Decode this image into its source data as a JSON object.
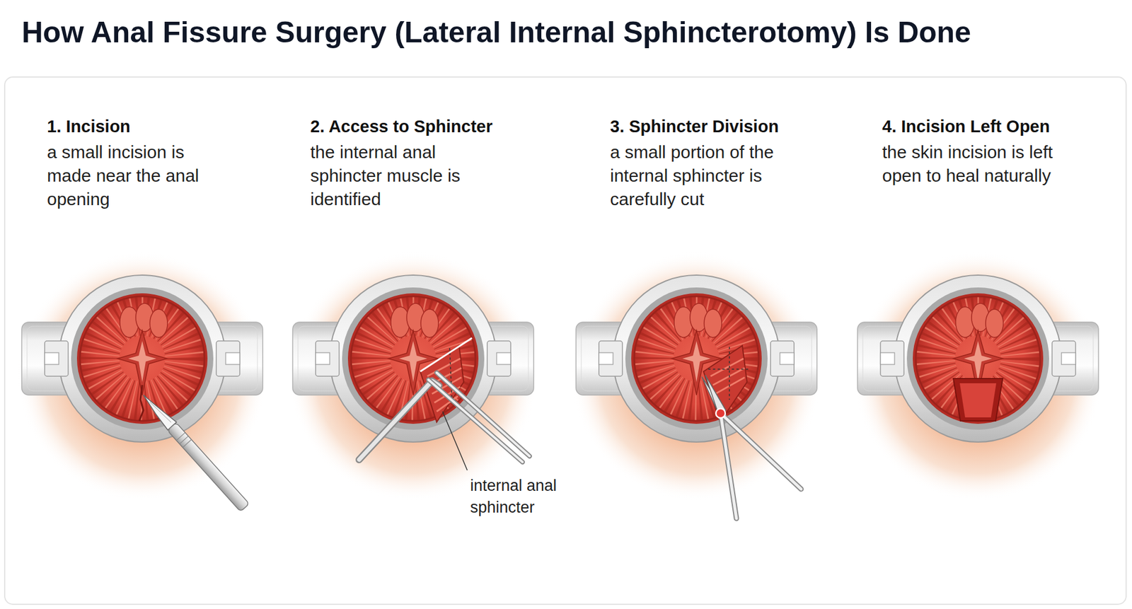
{
  "diagram": {
    "title": "How Anal Fissure Surgery (Lateral Internal Sphincterotomy) Is Done",
    "labels": [
      "1. Incision",
      "a small incision is made near the anal opening",
      "2. Access to Sphincter",
      "the internal anal sphincter muscle is identified",
      "3. Sphincter Division",
      "a small portion of the internal sphincter is carefully cut",
      "4. Incision Left Open",
      "the skin incision is left open to heal naturally",
      "internal anal sphincter"
    ]
  }
}
